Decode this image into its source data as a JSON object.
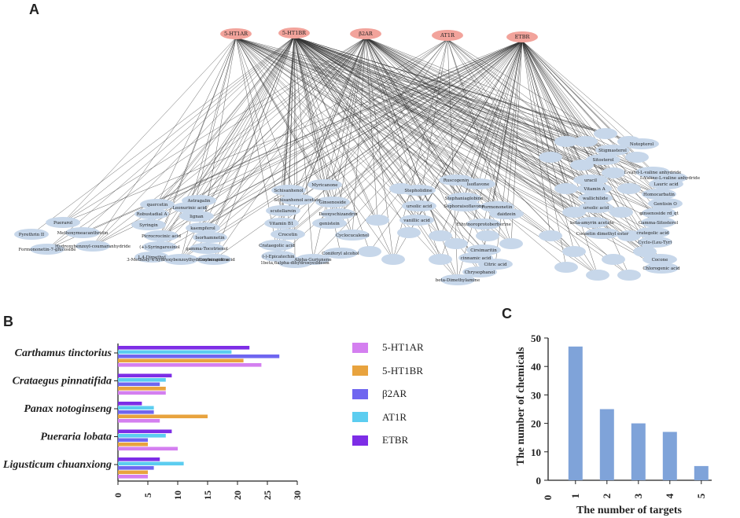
{
  "panels": {
    "a": "A",
    "b": "B",
    "c": "C"
  },
  "network": {
    "targets": [
      "5-HT1AR",
      "5-HT1BR",
      "β2AR",
      "AT1R",
      "ETBR"
    ],
    "target_color": "#f2a39b",
    "compound_color": "#c7d7ea",
    "edge_color": "#333333",
    "compound_labels": [
      "Puerarol",
      "Pyrethrin II",
      "Formononetin-7-glucoside",
      "Hydroxybenzoyl-coumaranhydride",
      "Methoxymeacanthridin",
      "quercetin",
      "Robustadial A",
      "Syringin",
      "Picrocrocinic acid",
      "(+)-Syringaresinol",
      "1,4-Dimethyl",
      "Astragalin",
      "Isorhamnetin",
      "kaempferol",
      "lignan",
      "Leonurinic acid",
      "gamma-Tocotrienol",
      "Coumingidine",
      "3-Methoxy-4-hydroxybenzoylhydroxybenzoic acid",
      "Schisanhenol",
      "Schisanhenol acetate",
      "scutellarein",
      "Vitamin B1",
      "Crocetin",
      "Crataegolic acid",
      "(-)-Epicatechin",
      "1beta,6alpha-dihydroxyeudesm",
      "Alpha-Gurjunene",
      "Myricanone",
      "Ginsenoside",
      "Cyclocucalenol",
      "Coniferyl alcohol",
      "genistein",
      "Deoxyschizandrin",
      "Ruscogenin",
      "Isoflavone",
      "Stepholidine",
      "Stephaniaglobine",
      "vanillic acid",
      "ursolic acid",
      "Sophoraisoflavone",
      "Formononetin",
      "Ethylnoroprotoberberine",
      "daidzein",
      "Cirsimaritin",
      "Citric acid",
      "cinnamic acid",
      "Chrysophanol",
      "beta-Dimethylamine",
      "Sitosterol",
      "Vitamin A",
      "wallichilide",
      "ursolic acid",
      "uracil",
      "beta-amyrin acetate",
      "Cocoetin dimethyl ester",
      "Stigmasterol",
      "Lauric acid",
      "Homocarbatin",
      "Notopterol",
      "L-valyl-L-valine anhydride",
      "L-Valine-L-valine anhydride",
      "Gentisin O",
      "ginsenoside rd_qt",
      "Gamma-Sitosterol",
      "Cyclo-(Leu-Tyr)",
      "crategolic acid",
      "Cocone",
      "Chlorogenic acid"
    ]
  },
  "chart_data": [
    {
      "type": "bar",
      "orientation": "horizontal",
      "categories": [
        "Carthamus tinctorius",
        "Crataegus pinnatifida",
        "Panax notoginseng",
        "Pueraria lobata",
        "Ligusticum chuanxiong"
      ],
      "series": [
        {
          "name": "5-HT1AR",
          "color": "#d47ff0",
          "values": [
            24,
            8,
            7,
            10,
            5
          ]
        },
        {
          "name": "5-HT1BR",
          "color": "#e8a33e",
          "values": [
            21,
            8,
            15,
            5,
            5
          ]
        },
        {
          "name": "β2AR",
          "color": "#6f66f0",
          "values": [
            27,
            7,
            6,
            5,
            6
          ]
        },
        {
          "name": "AT1R",
          "color": "#5ccdf0",
          "values": [
            19,
            8,
            6,
            8,
            11
          ]
        },
        {
          "name": "ETBR",
          "color": "#7d2de6",
          "values": [
            22,
            9,
            4,
            9,
            7
          ]
        }
      ],
      "xticks": [
        "0",
        "5",
        "10",
        "15",
        "20",
        "25",
        "30"
      ],
      "xlim": [
        0,
        30
      ],
      "legend": "right"
    },
    {
      "type": "bar",
      "orientation": "vertical",
      "categories": [
        "1",
        "2",
        "3",
        "4",
        "5"
      ],
      "values": [
        47,
        25,
        20,
        17,
        5
      ],
      "bar_color": "#7fa3d9",
      "xlabel": "The number of targets",
      "ylabel": "The number of chemicals",
      "yticks": [
        "0",
        "10",
        "20",
        "30",
        "40",
        "50"
      ],
      "ylim": [
        0,
        50
      ],
      "x_origin_label": "0"
    }
  ]
}
